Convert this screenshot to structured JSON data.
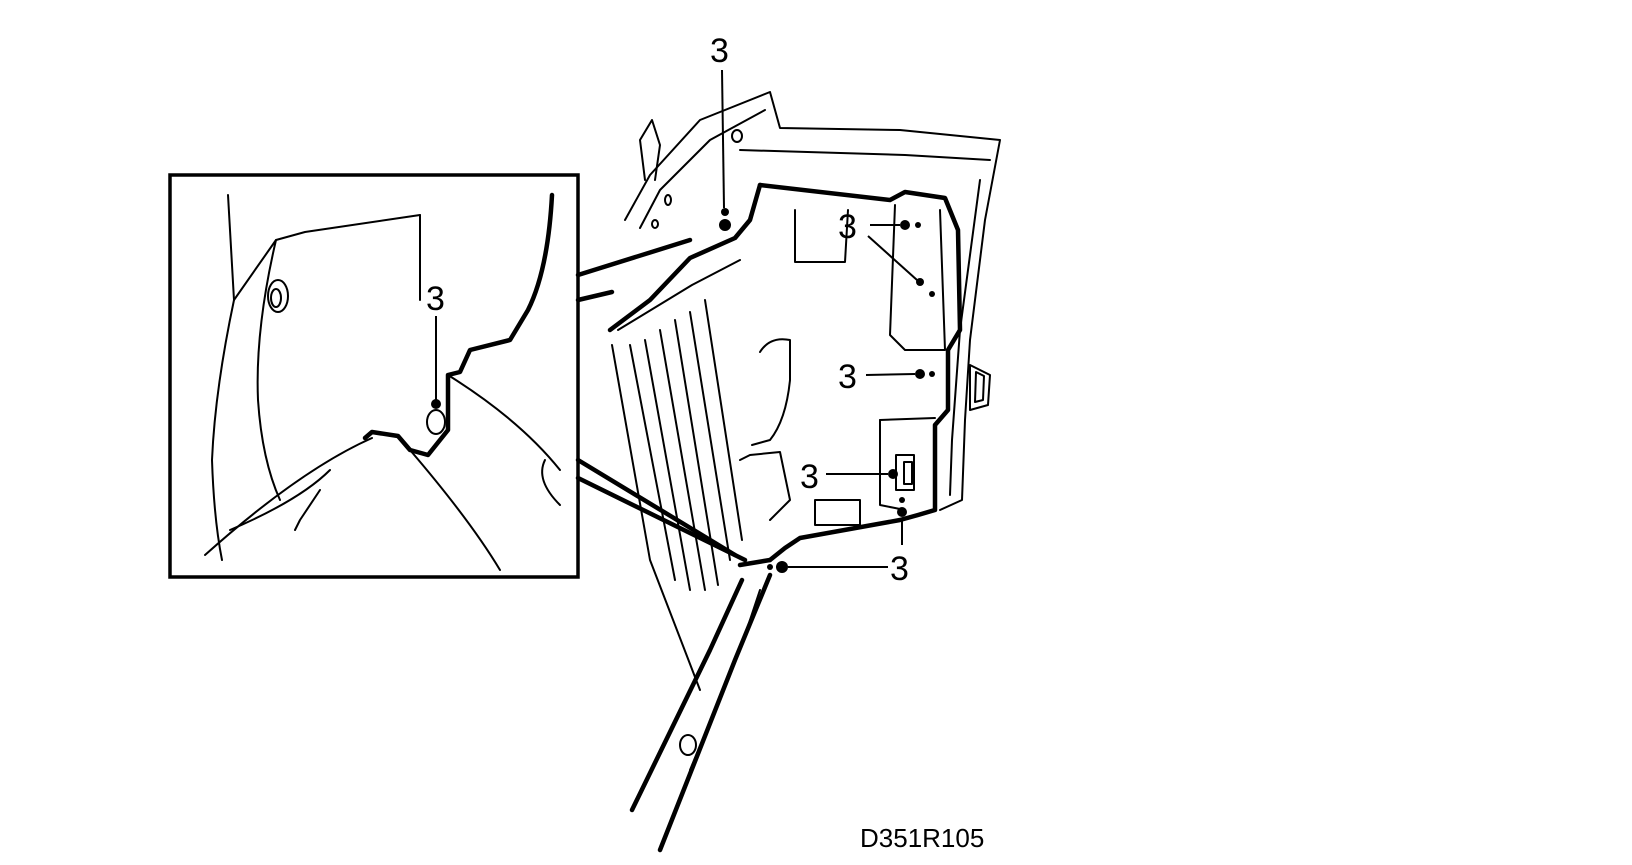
{
  "figure": {
    "callouts": [
      {
        "id": "top",
        "text": "3"
      },
      {
        "id": "upper-right",
        "text": "3"
      },
      {
        "id": "middle-right",
        "text": "3"
      },
      {
        "id": "lower-right",
        "text": "3"
      },
      {
        "id": "bottom",
        "text": "3"
      },
      {
        "id": "detail",
        "text": "3"
      }
    ],
    "reference_code": "D351R105"
  }
}
